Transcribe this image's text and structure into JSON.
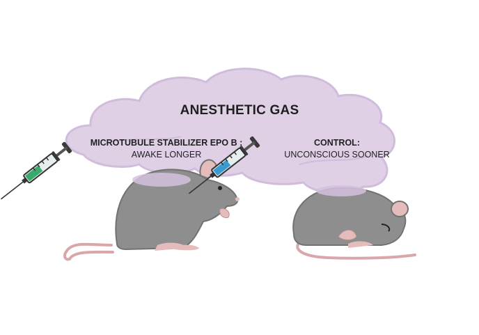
{
  "title": "ANESTHETIC GAS",
  "groups": {
    "treated": {
      "heading": "MICROTUBULE STABILIZER EPO B :",
      "outcome": "AWAKE LONGER"
    },
    "control": {
      "heading": "CONTROL:",
      "outcome": "UNCONSCIOUS SOONER"
    }
  },
  "colors": {
    "gas_cloud": "#dccbe4",
    "gas_outline": "#cbb5d8",
    "mouse_body": "#8e8e8e",
    "mouse_shadow": "#727272",
    "mouse_pink": "#e5bcbc",
    "tail": "#d9a7a9",
    "syringe_fill_treated": "#3aaa6b",
    "syringe_fill_control": "#3a9bd0"
  },
  "icons": [
    "gas-cloud-icon",
    "syringe-icon",
    "mouse-icon"
  ]
}
